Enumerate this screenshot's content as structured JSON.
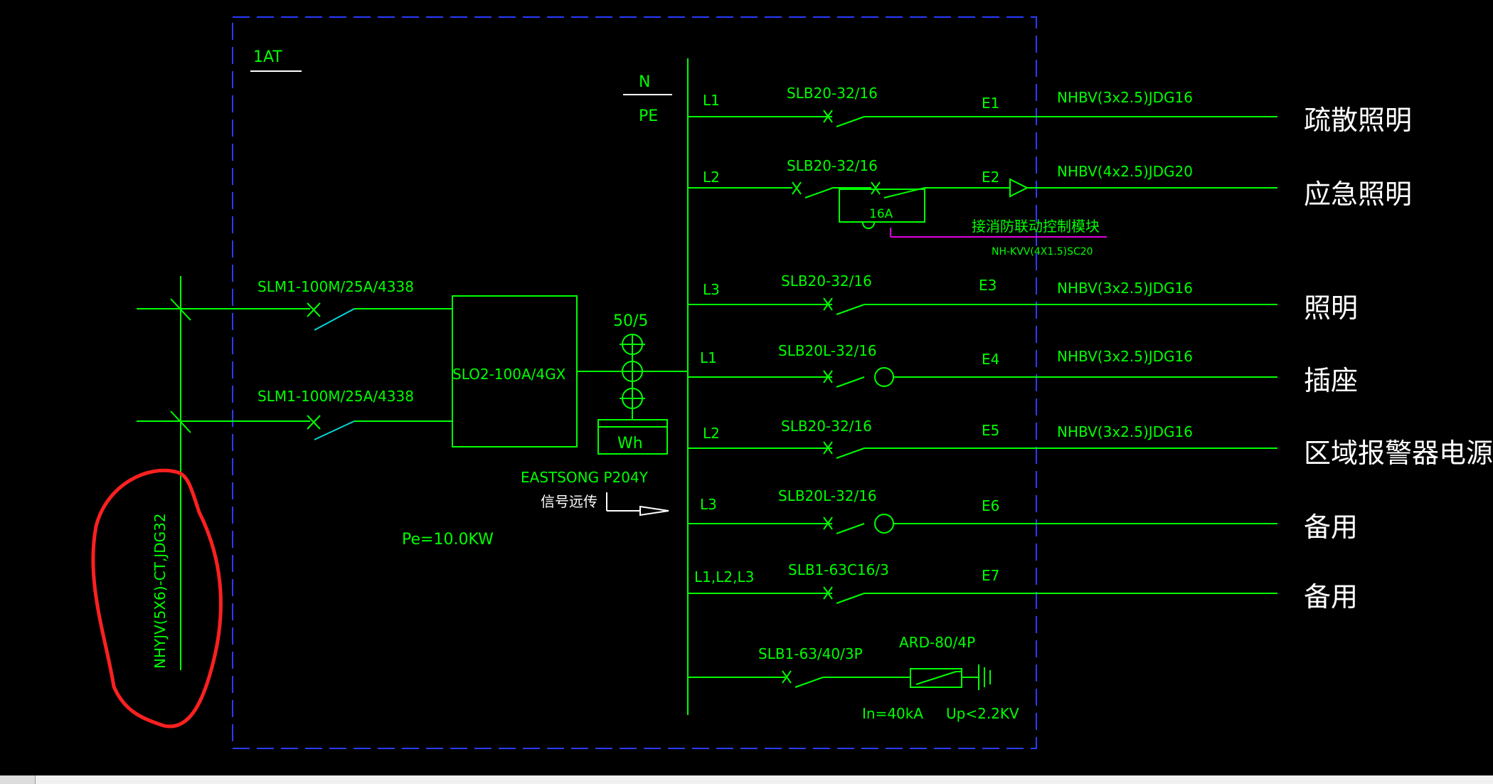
{
  "panel": {
    "name": "1AT",
    "n_label": "N",
    "pe_label": "PE",
    "incoming_cable": "NHYJV(5X6)-CT,JDG32",
    "incoming_breaker_1": "SLM1-100M/25A/4338",
    "incoming_breaker_2": "SLM1-100M/25A/4338",
    "ats_label": "SLO2-100A/4GX",
    "ct_ratio": "50/5",
    "meter_label": "Wh",
    "meter_model": "EASTSONG P204Y",
    "remote_signal": "信号远传",
    "power": "Pe=10.0KW"
  },
  "circuits": [
    {
      "phase": "L1",
      "breaker": "SLB20-32/16",
      "id": "E1",
      "cable": "NHBV(3x2.5)JDG16",
      "load": "疏散照明"
    },
    {
      "phase": "L2",
      "breaker": "SLB20-32/16",
      "id": "E2",
      "cable": "NHBV(4x2.5)JDG20",
      "load": "应急照明",
      "contactor": "16A",
      "note": "接消防联动控制模块",
      "note_cable": "NH-KVV(4X1.5)SC20"
    },
    {
      "phase": "L3",
      "breaker": "SLB20-32/16",
      "id": "E3",
      "cable": "NHBV(3x2.5)JDG16",
      "load": "照明"
    },
    {
      "phase": "L1",
      "breaker": "SLB20L-32/16",
      "id": "E4",
      "cable": "NHBV(3x2.5)JDG16",
      "load": "插座"
    },
    {
      "phase": "L2",
      "breaker": "SLB20-32/16",
      "id": "E5",
      "cable": "NHBV(3x2.5)JDG16",
      "load": "区域报警器电源"
    },
    {
      "phase": "L3",
      "breaker": "SLB20L-32/16",
      "id": "E6",
      "cable": "",
      "load": "备用"
    },
    {
      "phase": "L1,L2,L3",
      "breaker": "SLB1-63C16/3",
      "id": "E7",
      "cable": "",
      "load": "备用"
    }
  ],
  "spd": {
    "breaker": "SLB1-63/40/3P",
    "model": "ARD-80/4P",
    "in_rating": "In=40kA",
    "up_rating": "Up<2.2KV"
  },
  "colors": {
    "background": "#000000",
    "wire": "#00ff00",
    "frame": "#2a3cff",
    "switch_blade": "#00d8d8",
    "annotation_circle": "#ff2020",
    "load_text": "#ffffff",
    "control_line": "#e000e0"
  }
}
